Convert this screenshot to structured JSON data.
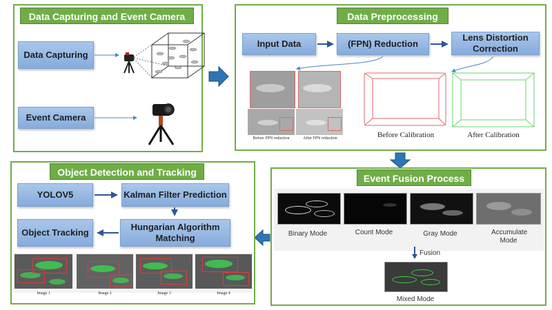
{
  "panels": {
    "capture": {
      "title": "Data Capturing and Event Camera",
      "boxes": {
        "data_capturing": "Data Capturing",
        "event_camera": "Event Camera"
      }
    },
    "preprocess": {
      "title": "Data Preprocessing",
      "boxes": {
        "input_data": "Input Data",
        "fpn": "(FPN) Reduction",
        "lens": "Lens Distortion Correction"
      },
      "captions": {
        "before_fpn": "Before FPN reduction",
        "after_fpn": "After FPN reduction",
        "before_cal": "Before Calibration",
        "after_cal": "After Calibration"
      }
    },
    "detection": {
      "title": "Object Detection and Tracking",
      "boxes": {
        "yolo": "YOLOV5",
        "kalman": "Kalman Filter Prediction",
        "tracking": "Object Tracking",
        "hungarian": "Hungarian Algorithm Matching"
      },
      "images": [
        "Image 1",
        "Image 2",
        "Image 3",
        "Image 4"
      ]
    },
    "fusion": {
      "title": "Event Fusion Process",
      "modes": [
        "Binary Mode",
        "Count Mode",
        "Gray Mode",
        "Accumulate Mode"
      ],
      "fusion_label": "Fusion",
      "mixed_label": "Mixed Mode"
    }
  },
  "colors": {
    "panel_border": "#70ad47",
    "box_fill": "#9dbde6",
    "arrow": "#2f5597",
    "light_arrow": "#4a86c8",
    "calib_before": "#e06666",
    "calib_after": "#6ad46a",
    "detection_box": "#e03c3c",
    "fish_highlight": "#3fd34f"
  }
}
